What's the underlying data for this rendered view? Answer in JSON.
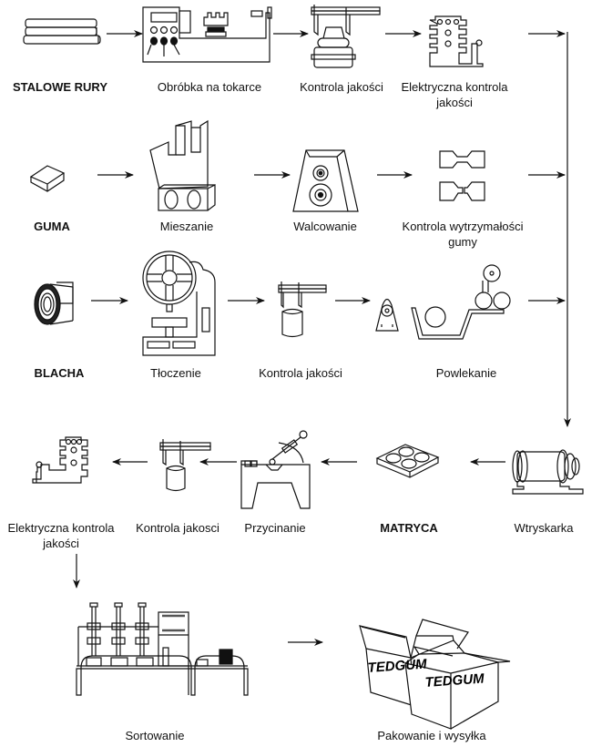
{
  "diagram": {
    "type": "process-flow",
    "rows": [
      {
        "raw_material": "STALOWE RURY",
        "steps": [
          "Obróbka na tokarce",
          "Kontrola jakości",
          "Elektryczna kontrola jakości"
        ]
      },
      {
        "raw_material": "GUMA",
        "steps": [
          "Mieszanie",
          "Walcowanie",
          "Kontrola wytrzymałości gumy"
        ]
      },
      {
        "raw_material": "BLACHA",
        "steps": [
          "Tłoczenie",
          "Kontrola jakości",
          "Powlekanie"
        ]
      }
    ],
    "assembly_row": {
      "steps": [
        "Wtryskarka",
        "MATRYCA",
        "Przycinanie",
        "Kontrola jakosci",
        "Elektryczna kontrola jakości"
      ]
    },
    "final_row": {
      "steps": [
        "Sortowanie",
        "Pakowanie i wysyłka"
      ]
    },
    "brand_on_boxes": "TEDGUM"
  },
  "labels": {
    "stalowe_rury": "STALOWE RURY",
    "obrobka": "Obróbka na tokarce",
    "kontrola1": "Kontrola jakości",
    "elektryczna1_a": "Elektryczna kontrola",
    "elektryczna1_b": "jakości",
    "guma": "GUMA",
    "mieszanie": "Mieszanie",
    "walcowanie": "Walcowanie",
    "kontrola_gumy_a": "Kontrola wytrzymałości",
    "kontrola_gumy_b": "gumy",
    "blacha": "BLACHA",
    "tloczenie": "Tłoczenie",
    "kontrola2": "Kontrola jakości",
    "powlekanie": "Powlekanie",
    "elektryczna2_a": "Elektryczna kontrola",
    "elektryczna2_b": "jakości",
    "kontrola3": "Kontrola jakosci",
    "przycinanie": "Przycinanie",
    "matryca": "MATRYCA",
    "wtryskarka": "Wtryskarka",
    "sortowanie": "Sortowanie",
    "pakowanie": "Pakowanie i wysyłka",
    "brand": "TEDGUM"
  }
}
